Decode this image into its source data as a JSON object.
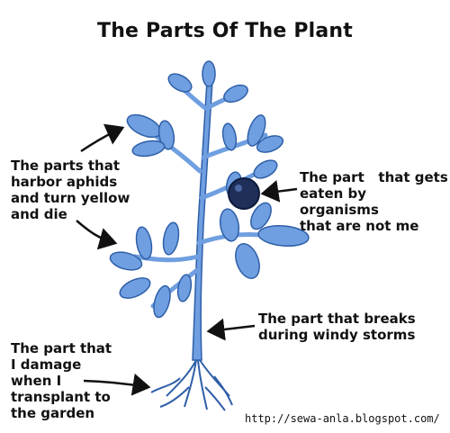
{
  "title": "The Parts Of The Plant",
  "labels": {
    "leaves": [
      "The parts that",
      "harbor aphids",
      "and turn yellow",
      "and die"
    ],
    "fruit": [
      "The part   that gets",
      "eaten by organisms",
      "that are not me"
    ],
    "stem": [
      "The part that breaks",
      "during windy storms"
    ],
    "roots": [
      "The part that",
      "I damage",
      "when I",
      "transplant to",
      "the garden"
    ]
  },
  "url": "http://sewa-anla.blogspot.com/",
  "colors": {
    "plant": "#6f9fe0",
    "plant_dark": "#2f5fa8",
    "fruit": "#1f2f5a"
  }
}
